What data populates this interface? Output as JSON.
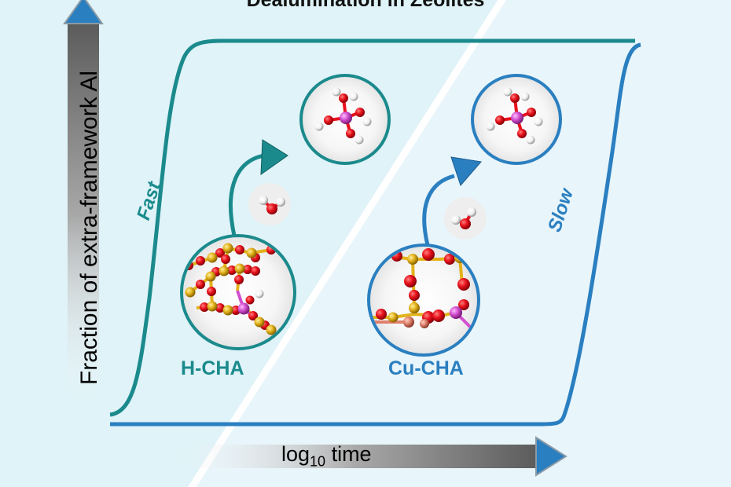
{
  "title": "Dealumination in Zeolites",
  "y_axis": {
    "label": "Fraction of extra-framework Al"
  },
  "x_axis": {
    "label_main": "log",
    "label_sub": "10",
    "label_tail": " time"
  },
  "left_curve": {
    "speed_label": "Fast",
    "material_label": "H-CHA",
    "color": "#1b8a8c"
  },
  "right_curve": {
    "speed_label": "Slow",
    "material_label": "Cu-CHA",
    "color": "#2a7fc0"
  },
  "colors": {
    "background_left": "#dff3f8",
    "background_right": "#e8f5fb",
    "oxygen": "#e8121c",
    "silicon": "#e3b21b",
    "aluminum": "#d24fcf",
    "hydrogen": "#ffffff",
    "copper": "#e0806e"
  },
  "icons": [
    "water-molecule-icon",
    "extra-framework-al-molecule-icon",
    "zeolite-framework-icon"
  ]
}
